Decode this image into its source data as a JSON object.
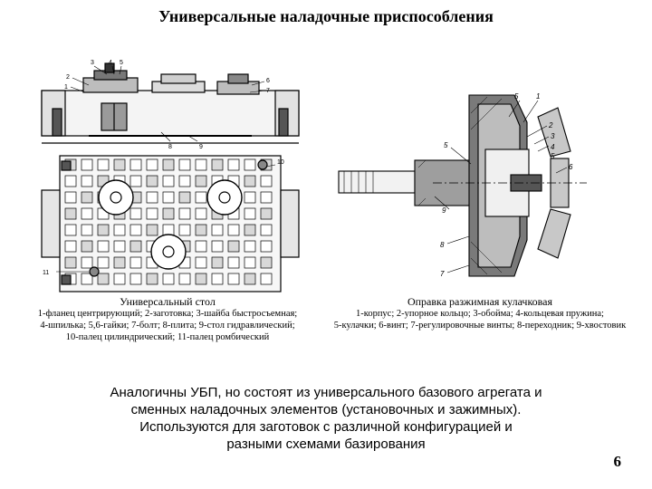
{
  "title": "Универсальные наладочные приспособления",
  "figure_left": {
    "caption_title": "Универсальный стол",
    "caption_lines": [
      "1-фланец центрирующий; 2-заготовка; 3-шайба быстросъемная;",
      "4-шпилька; 5,6-гайки; 7-болт; 8-плита; 9-стол гидравлический;",
      "10-палец цилиндрический; 11-палец ромбический"
    ],
    "callouts": [
      "3",
      "4",
      "5",
      "2",
      "1",
      "6",
      "7",
      "8",
      "9",
      "10",
      "11"
    ]
  },
  "figure_right": {
    "caption_title": "Оправка разжимная кулачковая",
    "caption_lines": [
      "1-корпус; 2-упорное кольцо; 3-обойма; 4-кольцевая пружина;",
      "5-кулачки; 6-винт; 7-регулировочные винты; 8-переходник; 9-хвостовик"
    ],
    "callouts": [
      "5",
      "1",
      "2",
      "3",
      "4",
      "5",
      "6",
      "5",
      "9",
      "8",
      "7"
    ]
  },
  "body_text_lines": [
    "Аналогичны УБП, но состоят из универсального базового агрегата и",
    "сменных наладочных элементов (установочных и зажимных).",
    "Используются для заготовок с различной конфигурацией и",
    "разными схемами базирования"
  ],
  "page_number": "6"
}
